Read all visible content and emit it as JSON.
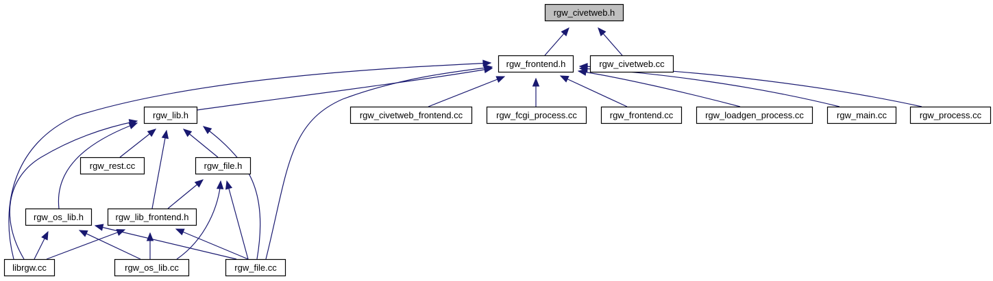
{
  "diagram": {
    "nodes": [
      {
        "id": "rgw_civetweb_h",
        "label": "rgw_civetweb.h",
        "highlight": true
      },
      {
        "id": "rgw_frontend_h",
        "label": "rgw_frontend.h"
      },
      {
        "id": "rgw_civetweb_cc",
        "label": "rgw_civetweb.cc"
      },
      {
        "id": "rgw_lib_h",
        "label": "rgw_lib.h"
      },
      {
        "id": "rgw_civetweb_frontend_cc",
        "label": "rgw_civetweb_frontend.cc"
      },
      {
        "id": "rgw_fcgi_process_cc",
        "label": "rgw_fcgi_process.cc"
      },
      {
        "id": "rgw_frontend_cc",
        "label": "rgw_frontend.cc"
      },
      {
        "id": "rgw_loadgen_process_cc",
        "label": "rgw_loadgen_process.cc"
      },
      {
        "id": "rgw_main_cc",
        "label": "rgw_main.cc"
      },
      {
        "id": "rgw_process_cc",
        "label": "rgw_process.cc"
      },
      {
        "id": "rgw_rest_cc",
        "label": "rgw_rest.cc"
      },
      {
        "id": "rgw_file_h",
        "label": "rgw_file.h"
      },
      {
        "id": "rgw_os_lib_h",
        "label": "rgw_os_lib.h"
      },
      {
        "id": "rgw_lib_frontend_h",
        "label": "rgw_lib_frontend.h"
      },
      {
        "id": "librgw_cc",
        "label": "librgw.cc"
      },
      {
        "id": "rgw_os_lib_cc",
        "label": "rgw_os_lib.cc"
      },
      {
        "id": "rgw_file_cc",
        "label": "rgw_file.cc"
      }
    ],
    "edges": [
      {
        "from": "rgw_frontend_h",
        "to": "rgw_civetweb_h"
      },
      {
        "from": "rgw_civetweb_cc",
        "to": "rgw_civetweb_h"
      },
      {
        "from": "rgw_lib_h",
        "to": "rgw_frontend_h"
      },
      {
        "from": "librgw_cc",
        "to": "rgw_frontend_h"
      },
      {
        "from": "rgw_file_cc",
        "to": "rgw_frontend_h"
      },
      {
        "from": "rgw_civetweb_frontend_cc",
        "to": "rgw_frontend_h"
      },
      {
        "from": "rgw_fcgi_process_cc",
        "to": "rgw_frontend_h"
      },
      {
        "from": "rgw_frontend_cc",
        "to": "rgw_frontend_h"
      },
      {
        "from": "rgw_loadgen_process_cc",
        "to": "rgw_frontend_h"
      },
      {
        "from": "rgw_main_cc",
        "to": "rgw_frontend_h"
      },
      {
        "from": "rgw_process_cc",
        "to": "rgw_frontend_h"
      },
      {
        "from": "rgw_rest_cc",
        "to": "rgw_lib_h"
      },
      {
        "from": "rgw_file_h",
        "to": "rgw_lib_h"
      },
      {
        "from": "rgw_os_lib_h",
        "to": "rgw_lib_h"
      },
      {
        "from": "librgw_cc",
        "to": "rgw_lib_h"
      },
      {
        "from": "rgw_lib_frontend_h",
        "to": "rgw_lib_h"
      },
      {
        "from": "rgw_file_cc",
        "to": "rgw_lib_h"
      },
      {
        "from": "rgw_lib_frontend_h",
        "to": "rgw_file_h"
      },
      {
        "from": "rgw_os_lib_cc",
        "to": "rgw_file_h"
      },
      {
        "from": "rgw_file_cc",
        "to": "rgw_file_h"
      },
      {
        "from": "librgw_cc",
        "to": "rgw_os_lib_h"
      },
      {
        "from": "rgw_os_lib_cc",
        "to": "rgw_os_lib_h"
      },
      {
        "from": "rgw_file_cc",
        "to": "rgw_os_lib_h"
      },
      {
        "from": "librgw_cc",
        "to": "rgw_lib_frontend_h"
      },
      {
        "from": "rgw_os_lib_cc",
        "to": "rgw_lib_frontend_h"
      },
      {
        "from": "rgw_file_cc",
        "to": "rgw_lib_frontend_h"
      }
    ],
    "colors": {
      "edge": "#191970",
      "root_fill": "#bfbfbf",
      "node_fill": "#ffffff",
      "node_border": "#000000"
    }
  }
}
